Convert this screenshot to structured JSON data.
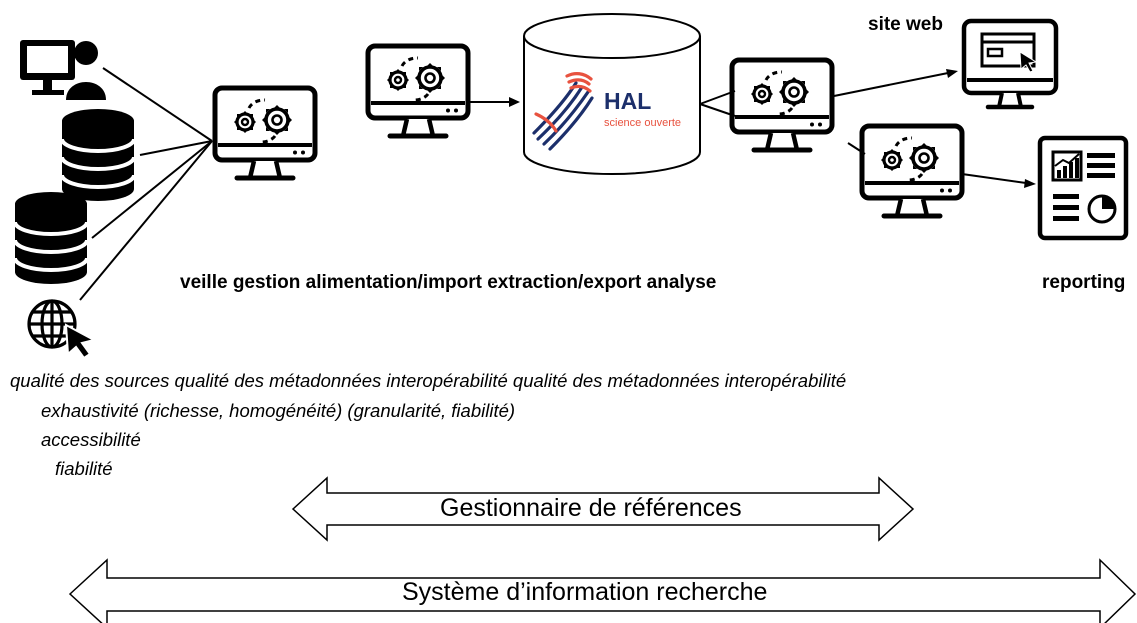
{
  "labels": {
    "site_web": "site web",
    "stages": "veille gestion alimentation/import extraction/export analyse",
    "reporting": "reporting"
  },
  "hal_logo": {
    "title": "HAL",
    "subtitle": "science ouverte",
    "color": "#1c2f6b",
    "accent": "#e8523f"
  },
  "quality": {
    "line1": "qualité des sources qualité des métadonnées interopérabilité qualité des métadonnées interopérabilité",
    "line2": "exhaustivité (richesse, homogénéité) (granularité, fiabilité)",
    "line3": "accessibilité",
    "line4": "fiabilité"
  },
  "arrows": {
    "gestionnaire": "Gestionnaire de références",
    "sir": "Système d’information recherche"
  },
  "icons": [
    "user-workstation-icon",
    "database-icon",
    "database-icon",
    "web-globe-icon",
    "gears-computer-icon",
    "hal-database-icon",
    "website-computer-icon",
    "report-document-icon"
  ]
}
